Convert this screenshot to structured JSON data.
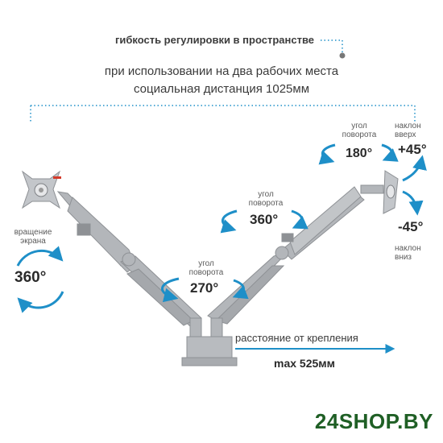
{
  "texts": {
    "headline": "гибкость регулировки в пространстве",
    "subline1": "при использовании на два рабочих места",
    "subline2": "социальная дистанция 1025мм",
    "rotate_screen": [
      "вращение",
      "экрана"
    ],
    "deg_360_screen": "360°",
    "angle_label_center": [
      "угол",
      "поворота"
    ],
    "deg_270": "270°",
    "angle_label_mid": [
      "угол",
      "поворота"
    ],
    "deg_360_mid": "360°",
    "angle_label_right": [
      "угол",
      "поворота"
    ],
    "deg_180": "180°",
    "tilt_up_label": [
      "наклон",
      "вверх"
    ],
    "tilt_up_deg": "+45°",
    "tilt_down_deg": "-45°",
    "tilt_down_label": [
      "наклон",
      "вниз"
    ],
    "distance_label": "расстояние от крепления",
    "max_distance": "max 525мм",
    "brand": "24SHOP.BY"
  },
  "colors": {
    "accent": "#1e8fc8",
    "metal": "#b3b6ba",
    "brand_green": "#1f5f25"
  }
}
